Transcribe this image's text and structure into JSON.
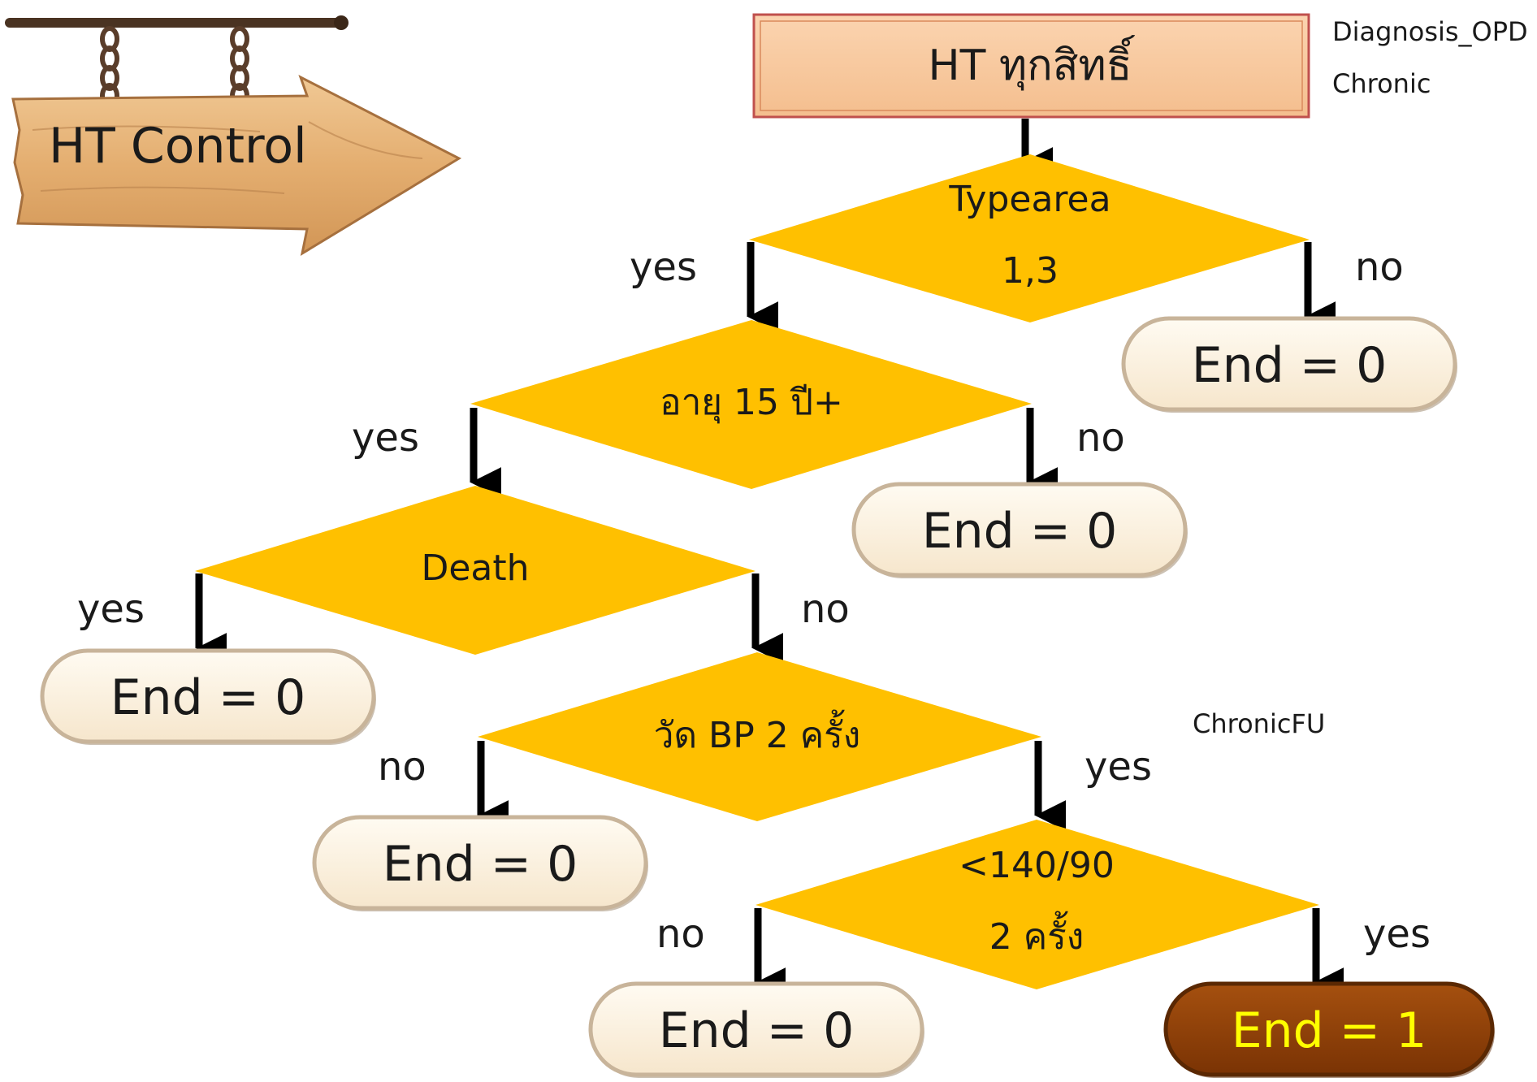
{
  "sign": {
    "label": "HT Control"
  },
  "start": {
    "label": "HT ทุกสิทธิ์"
  },
  "tables": {
    "t1": "Diagnosis_OPD",
    "t2": "Chronic",
    "t3": "ChronicFU"
  },
  "decisions": {
    "d1": {
      "line1": "Typearea",
      "line2": "1,3"
    },
    "d2": {
      "line1": "อายุ 15 ปี+"
    },
    "d3": {
      "line1": "Death"
    },
    "d4": {
      "line1": "วัด BP 2 ครั้ง"
    },
    "d5": {
      "line1": "<140/90",
      "line2": "2 ครั้ง"
    }
  },
  "branch_labels": {
    "d1_left": "yes",
    "d1_right": "no",
    "d2_left": "yes",
    "d2_right": "no",
    "d3_left": "yes",
    "d3_right": "no",
    "d4_left": "no",
    "d4_right": "yes",
    "d5_left": "no",
    "d5_right": "yes"
  },
  "ends": {
    "e1": "End = 0",
    "e2": "End = 0",
    "e3": "End = 0",
    "e4": "End = 0",
    "e5": "End = 0",
    "e6": "End = 1"
  },
  "colors": {
    "diamond": "#FFC000",
    "start_fill": "#F8C9A0",
    "start_border": "#C0504D",
    "end_fill": "#FDF2E0",
    "end_border": "#C8B49A",
    "final_fill": "#8B3C06",
    "final_text": "#FFFF00",
    "wood": "#E0A96A"
  }
}
